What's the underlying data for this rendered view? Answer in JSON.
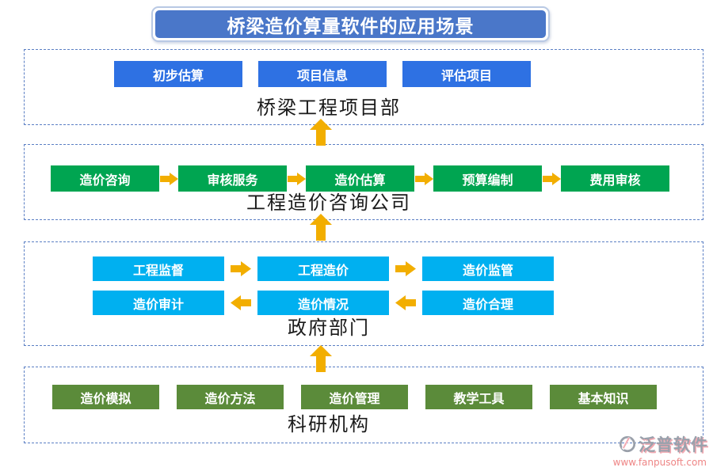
{
  "title": "桥梁造价算量软件的应用场景",
  "sections": {
    "bridge_dept": {
      "label": "桥梁工程项目部",
      "buttons": [
        "初步估算",
        "项目信息",
        "评估项目"
      ]
    },
    "consulting": {
      "label": "工程造价咨询公司",
      "buttons": [
        "造价咨询",
        "审核服务",
        "造价估算",
        "预算编制",
        "费用审核"
      ]
    },
    "government": {
      "label": "政府部门",
      "row1": [
        "工程监督",
        "工程造价",
        "造价监管"
      ],
      "row2": [
        "造价审计",
        "造价情况",
        "造价合理"
      ]
    },
    "research": {
      "label": "科研机构",
      "buttons": [
        "造价模拟",
        "造价方法",
        "造价管理",
        "教学工具",
        "基本知识"
      ]
    }
  },
  "logo": {
    "brand": "泛普软件",
    "website": "www.fanpusoft.com"
  },
  "colors": {
    "title_bg": "#4a77c9",
    "blue_node": "#2e71e3",
    "green_node": "#00a551",
    "cyan_node": "#00b0f0",
    "olive_node": "#5b8b3a",
    "arrow_gold": "#f2ae00",
    "dashed_border": "#5b7fc4",
    "logo_pink": "#ee8585"
  }
}
